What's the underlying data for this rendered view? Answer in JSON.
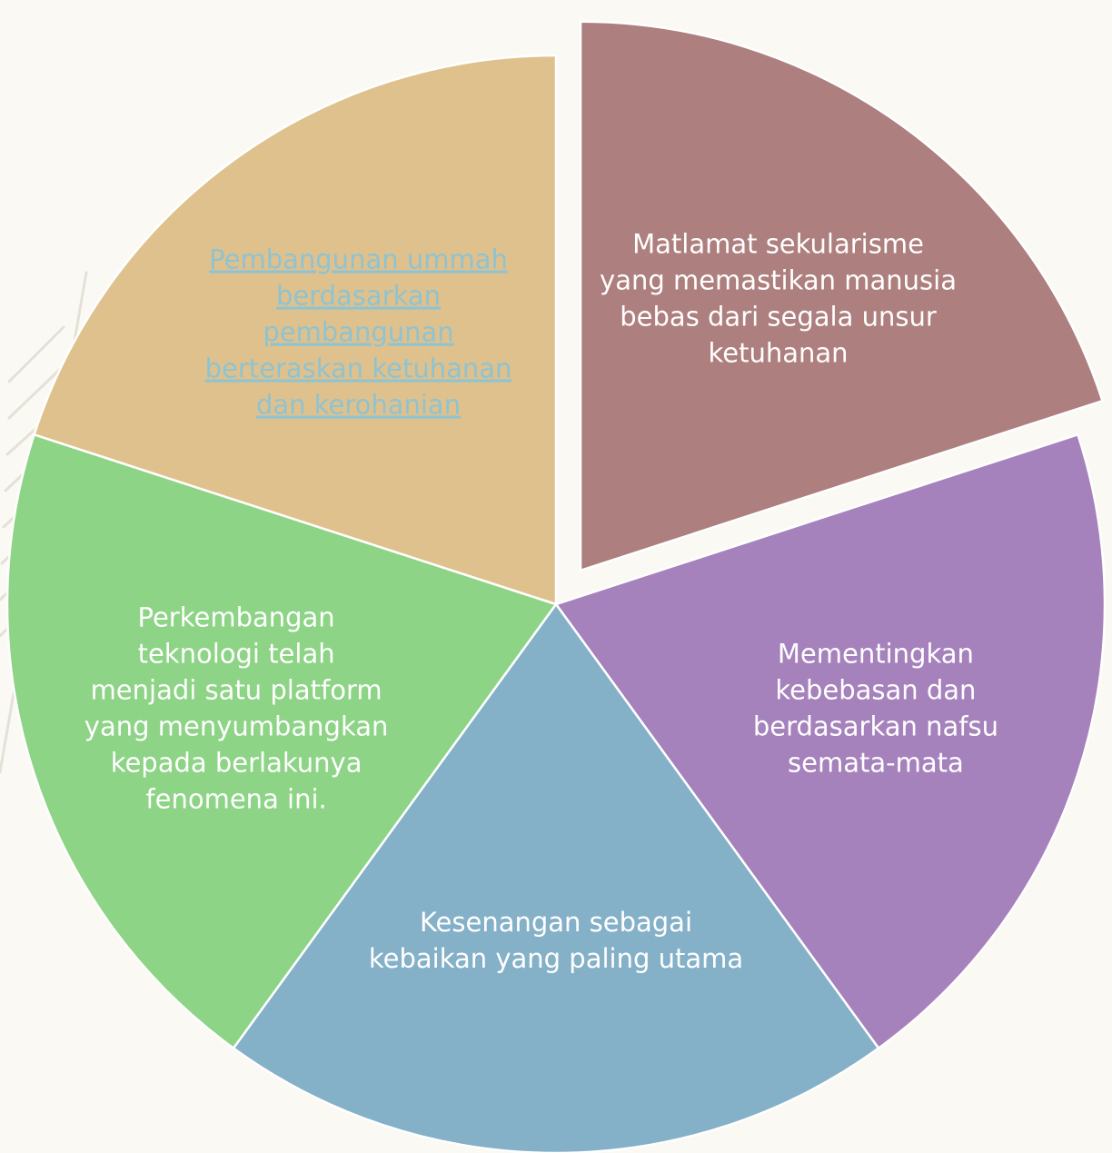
{
  "diagram": {
    "center_color": "#ffffff",
    "segments": [
      {
        "id": "secularism-goal",
        "color": "#ad7f7e",
        "text_color": "#ffffff",
        "is_link": false,
        "exploded": true,
        "lines": [
          "Matlamat sekularisme",
          "yang memastikan manusia",
          "bebas dari segala unsur",
          "ketuhanan"
        ]
      },
      {
        "id": "freedom-desire",
        "color": "#a682bc",
        "text_color": "#ffffff",
        "is_link": false,
        "exploded": false,
        "lines": [
          "Mementingkan",
          "kebebasan dan",
          "berdasarkan nafsu",
          "semata-mata"
        ]
      },
      {
        "id": "pleasure-virtue",
        "color": "#85b1c8",
        "text_color": "#ffffff",
        "is_link": false,
        "exploded": false,
        "lines": [
          "Kesenangan sebagai",
          "kebaikan yang paling utama"
        ]
      },
      {
        "id": "technology-platform",
        "color": "#8dd486",
        "text_color": "#ffffff",
        "is_link": false,
        "exploded": false,
        "lines": [
          "Perkembangan",
          "teknologi telah",
          "menjadi satu platform",
          "yang menyumbangkan",
          "kepada berlakunya",
          "fenomena ini."
        ]
      },
      {
        "id": "ummah-development",
        "color": "#dfc18d",
        "text_color": "#8ec3d2",
        "is_link": true,
        "exploded": false,
        "lines": [
          "Pembangunan ummah",
          "berdasarkan",
          "pembangunan",
          "berteraskan ketuhanan",
          "dan kerohanian"
        ]
      }
    ]
  }
}
